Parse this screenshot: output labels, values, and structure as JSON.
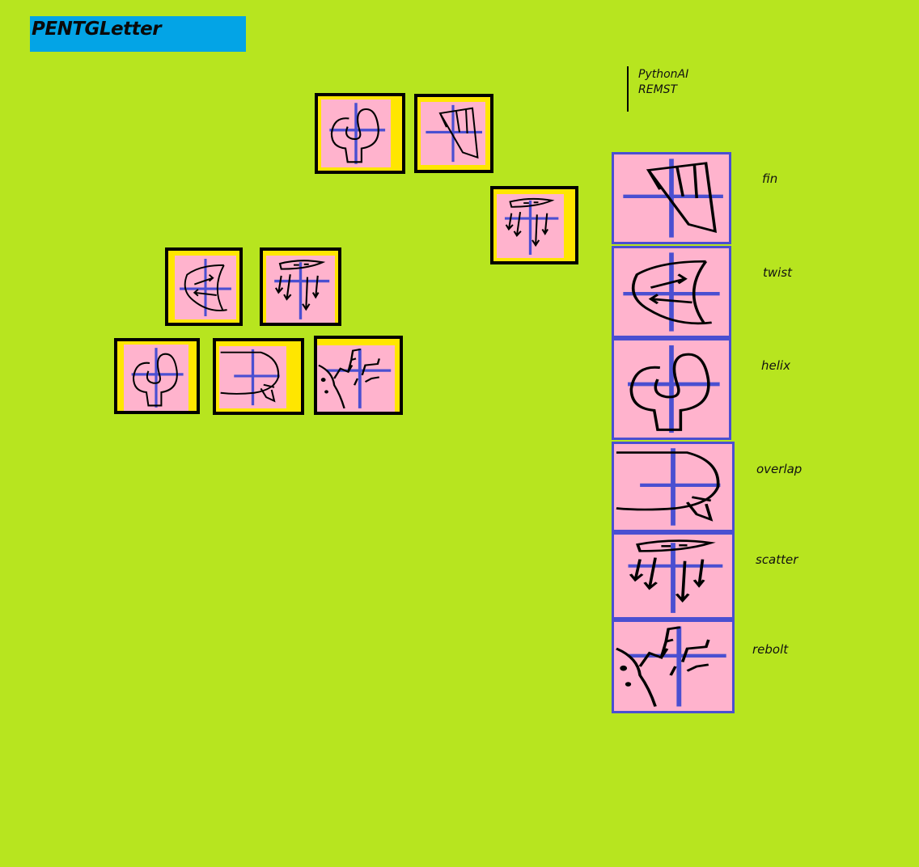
{
  "header": {
    "title": "PENTGLetter"
  },
  "credit": {
    "line1": "PythonAI",
    "line2": "REMST"
  },
  "palette": {
    "background": "#b7e51f",
    "title_bar": "#03a4e6",
    "tile_border": "#000000",
    "tile_fill": "#ffe600",
    "glyph_fill": "#ffb3cd",
    "legend_border": "#4a4fd1"
  },
  "legend": {
    "items": [
      {
        "label": "fin",
        "icon": "fin-glyph"
      },
      {
        "label": "twist",
        "icon": "twist-glyph"
      },
      {
        "label": "helix",
        "icon": "helix-glyph"
      },
      {
        "label": "overlap",
        "icon": "overlap-glyph"
      },
      {
        "label": "scatter",
        "icon": "scatter-glyph"
      },
      {
        "label": "rebolt",
        "icon": "rebolt-glyph"
      }
    ]
  },
  "tiles": [
    {
      "glyph": "helix"
    },
    {
      "glyph": "fin"
    },
    {
      "glyph": "scatter"
    },
    {
      "glyph": "twist"
    },
    {
      "glyph": "scatter"
    },
    {
      "glyph": "helix"
    },
    {
      "glyph": "overlap"
    },
    {
      "glyph": "rebolt"
    }
  ]
}
